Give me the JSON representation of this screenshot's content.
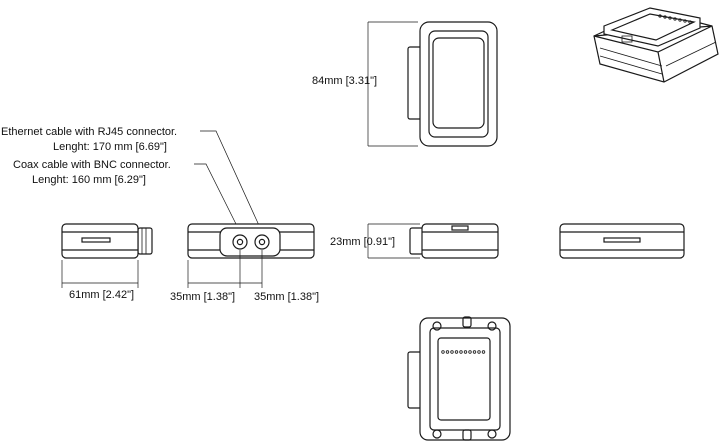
{
  "callouts": {
    "ethernet_line1": "Ethernet cable with RJ45 connector.",
    "ethernet_line2": "Lenght: 170 mm [6.69\"]",
    "coax_line1": "Coax cable with BNC connector.",
    "coax_line2": "Lenght: 160 mm [6.29\"]"
  },
  "dimensions": {
    "height": "84mm [3.31\"]",
    "width": "61mm [2.42\"]",
    "depth": "23mm [0.91\"]",
    "bnc_offset": "35mm [1.38\"]",
    "rj45_offset": "35mm [1.38\"]"
  }
}
